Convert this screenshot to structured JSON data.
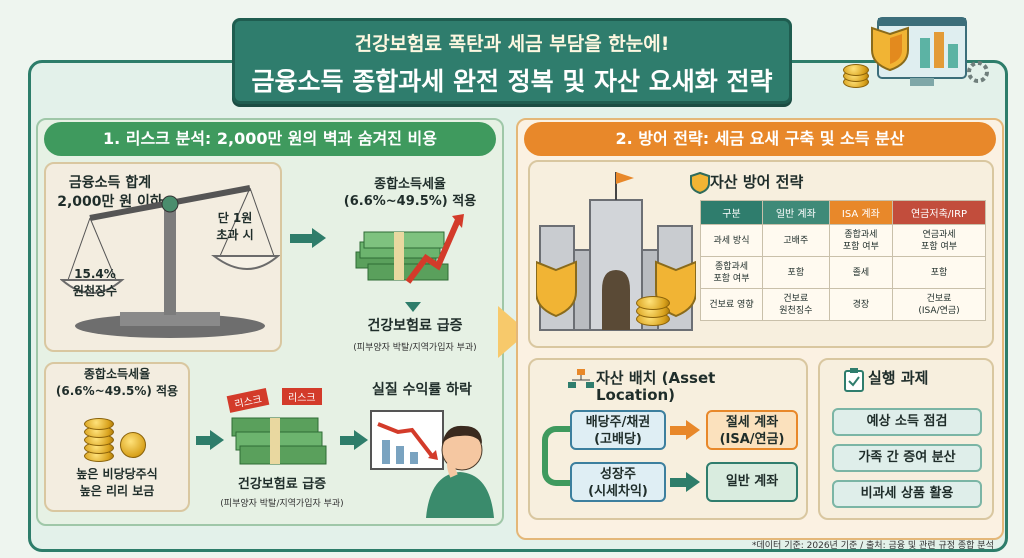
{
  "header": {
    "line1": "건강보험료 폭탄과 세금 부담을 한눈에!",
    "line2": "금융소득 종합과세 완전 정복 및 자산 요새화 전략"
  },
  "left": {
    "heading": "1. 리스크 분석: 2,000만 원의 벽과 숨겨진 비용",
    "scale_label": "금융소득 합계\n2,000만 원 이하",
    "left_pan": "15.4%\n원천징수",
    "right_pan": "단 1원\n초과 시",
    "tax_rate_top": "종합소득세율\n(6.6%~49.5%) 적용",
    "insurance_top": "건강보험료 급증",
    "insurance_top_sub": "(피부양자 박탈/지역가입자 부과)",
    "tax_rate_bottom": "종합소득세율\n(6.6%~49.5%) 적용",
    "dividend_label": "높은 비당당주식\n높은 리리 보금",
    "risk_tag1": "리스크",
    "risk_tag2": "리스크",
    "insurance_bottom": "건강보험료 급증",
    "insurance_bottom_sub": "(피부양자 박탈/지역가입자 부과)",
    "real_return": "실질 수익률 하락"
  },
  "right": {
    "heading": "2. 방어 전략: 세금 요새 구축 및 소득 분산",
    "defense_title": "자산 방어 전략",
    "table": {
      "headers": [
        "구분",
        "일반 계좌",
        "ISA 계좌",
        "연금저축/IRP"
      ],
      "rows": [
        [
          "과세 방식",
          "고배주",
          "종합과세\n포함 여부",
          "연금과세\n포함 여부"
        ],
        [
          "종합과세\n포함 여부",
          "포함",
          "졸세",
          "포함"
        ],
        [
          "건보료 영향",
          "건보료\n원천징수",
          "경장",
          "건보료\n(ISA/연금)"
        ]
      ]
    },
    "location_title": "자산 배치 (Asset Location)",
    "dividend_bond": "배당주/채권\n(고배당)",
    "tax_saving": "절세 계좌\n(ISA/연금)",
    "growth": "성장주\n(시세차익)",
    "general_account": "일반 계좌",
    "tasks_title": "실행 과제",
    "tasks": [
      "예상 소득 점검",
      "가족 간 증여 분산",
      "비과세 상품 활용"
    ]
  },
  "footnote": "*데이터 기준: 2026년 기준 / 출처: 금융 및 관련 규정 종합 분석",
  "colors": {
    "teal": "#2f7d6d",
    "green_head": "#3f9a5e",
    "orange_head": "#e8882a",
    "isa_header": "#e8882a",
    "pension_header": "#c24d3c",
    "general_header": "#2f7d6d"
  },
  "icons": [
    "monitor-shield-icon",
    "scale-icon",
    "money-stack-icon",
    "chart-up-arrow-icon",
    "coin-stack-icon",
    "castle-icon",
    "shield-icon",
    "org-chart-icon",
    "clipboard-check-icon",
    "worried-person-icon",
    "down-chart-icon"
  ]
}
